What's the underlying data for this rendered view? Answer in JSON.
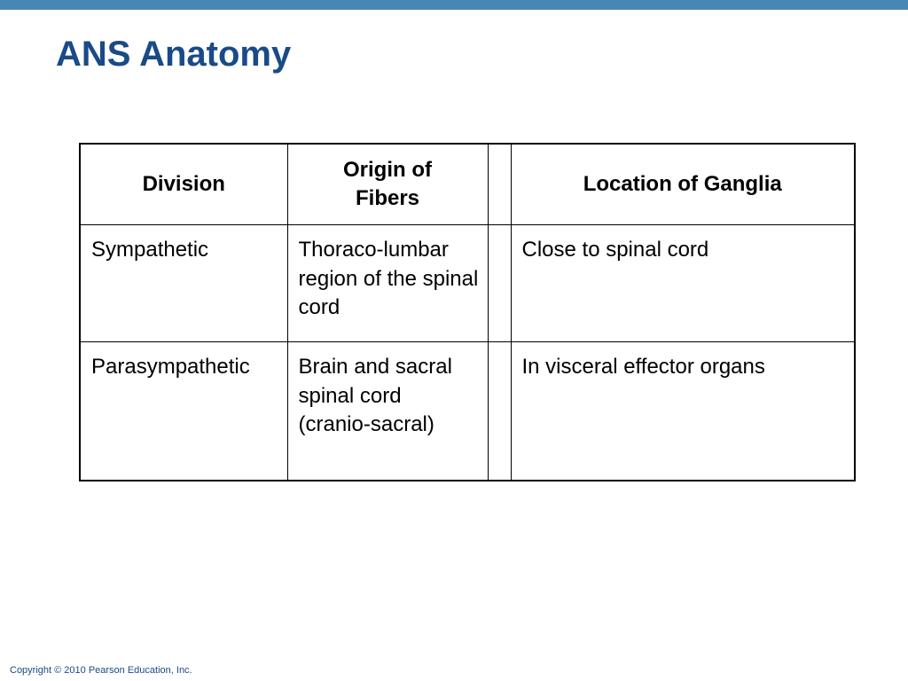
{
  "slide": {
    "title": "ANS Anatomy",
    "footer": "Copyright © 2010 Pearson Education, Inc."
  },
  "table": {
    "headers": {
      "division": "Division",
      "origin": "Origin of Fibers",
      "blank": "",
      "location": "Location of Ganglia"
    },
    "rows": [
      {
        "division": "Sympathetic",
        "origin": "Thoraco-lumbar region of the spinal cord",
        "blank": "",
        "location": "Close to spinal cord"
      },
      {
        "division": "Parasympathetic",
        "origin": "Brain and sacral spinal cord (cranio-sacral)",
        "blank": "",
        "location": "In visceral effector organs"
      }
    ]
  },
  "colors": {
    "title": "#1a4a87",
    "top_bar": "#4a86b5",
    "table_border": "#000000",
    "background": "#ffffff"
  }
}
